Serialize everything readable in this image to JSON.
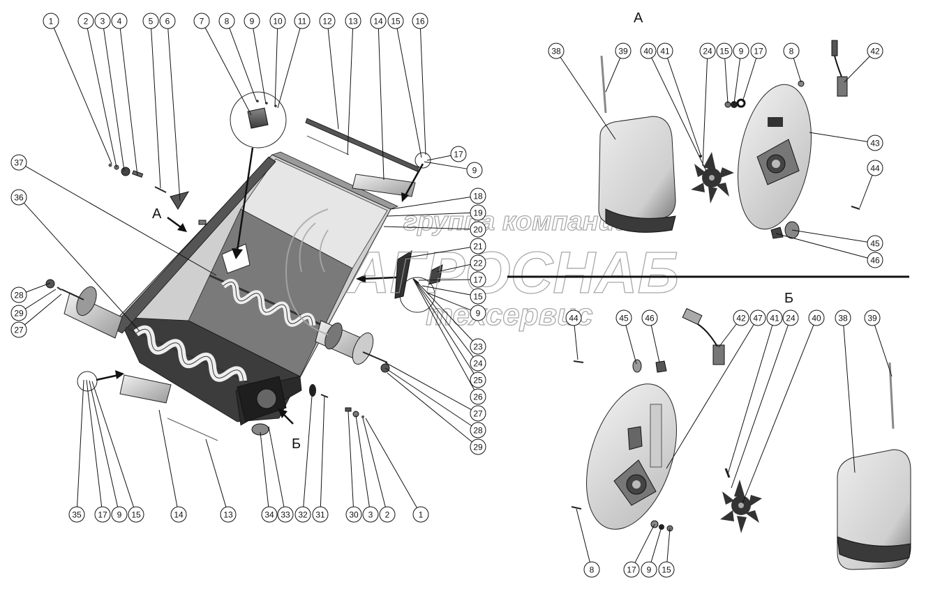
{
  "view_labels": {
    "view_a": "А",
    "view_b": "Б",
    "arrow_a": "А",
    "arrow_b": "Б"
  },
  "watermark": {
    "line1": "группа компаний",
    "line2": "АГРОСНАБ",
    "line3": "техсервис"
  },
  "callouts_main": [
    "1",
    "2",
    "3",
    "4",
    "5",
    "6",
    "7",
    "8",
    "9",
    "10",
    "11",
    "12",
    "13",
    "14",
    "15",
    "16",
    "17",
    "9",
    "18",
    "19",
    "20",
    "21",
    "22",
    "17",
    "15",
    "9",
    "23",
    "24",
    "25",
    "26",
    "27",
    "28",
    "29",
    "37",
    "36",
    "28",
    "29",
    "27",
    "35",
    "17",
    "9",
    "15",
    "14",
    "13",
    "34",
    "33",
    "32",
    "31",
    "30",
    "3",
    "2",
    "1"
  ],
  "callouts_view_a": [
    "38",
    "39",
    "40",
    "41",
    "24",
    "15",
    "9",
    "17",
    "8",
    "42",
    "43",
    "44",
    "45",
    "46"
  ],
  "callouts_view_b": [
    "44",
    "45",
    "46",
    "42",
    "47",
    "41",
    "24",
    "40",
    "38",
    "39",
    "8",
    "17",
    "9",
    "15"
  ],
  "colors": {
    "line": "#111111",
    "metal_light": "#d8d8d8",
    "metal_mid": "#a8a8a8",
    "metal_dark": "#555555",
    "watermark": "#9a9a9a"
  }
}
